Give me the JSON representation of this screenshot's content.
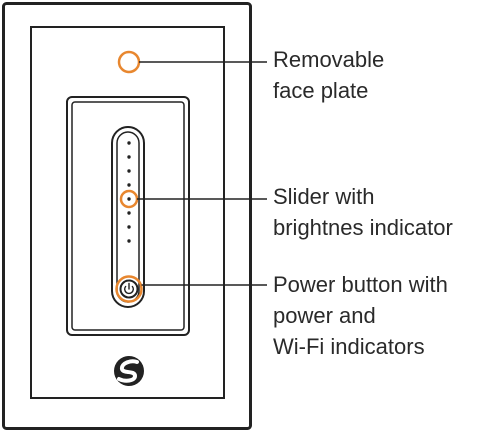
{
  "colors": {
    "outline": "#222222",
    "accent": "#e8872f",
    "text": "#2a2a2a",
    "background": "#ffffff"
  },
  "icons": {
    "logo": "brand-s-logo-icon",
    "power": "power-icon"
  },
  "slider": {
    "indicator_count": 8,
    "highlighted_indicator": 3
  },
  "callouts": [
    {
      "id": "face-plate",
      "lines": [
        "Removable",
        "face plate"
      ]
    },
    {
      "id": "slider",
      "lines": [
        "Slider with",
        "brightnes indicator"
      ]
    },
    {
      "id": "power",
      "lines": [
        "Power button with",
        "power and",
        "Wi-Fi indicators"
      ]
    }
  ]
}
